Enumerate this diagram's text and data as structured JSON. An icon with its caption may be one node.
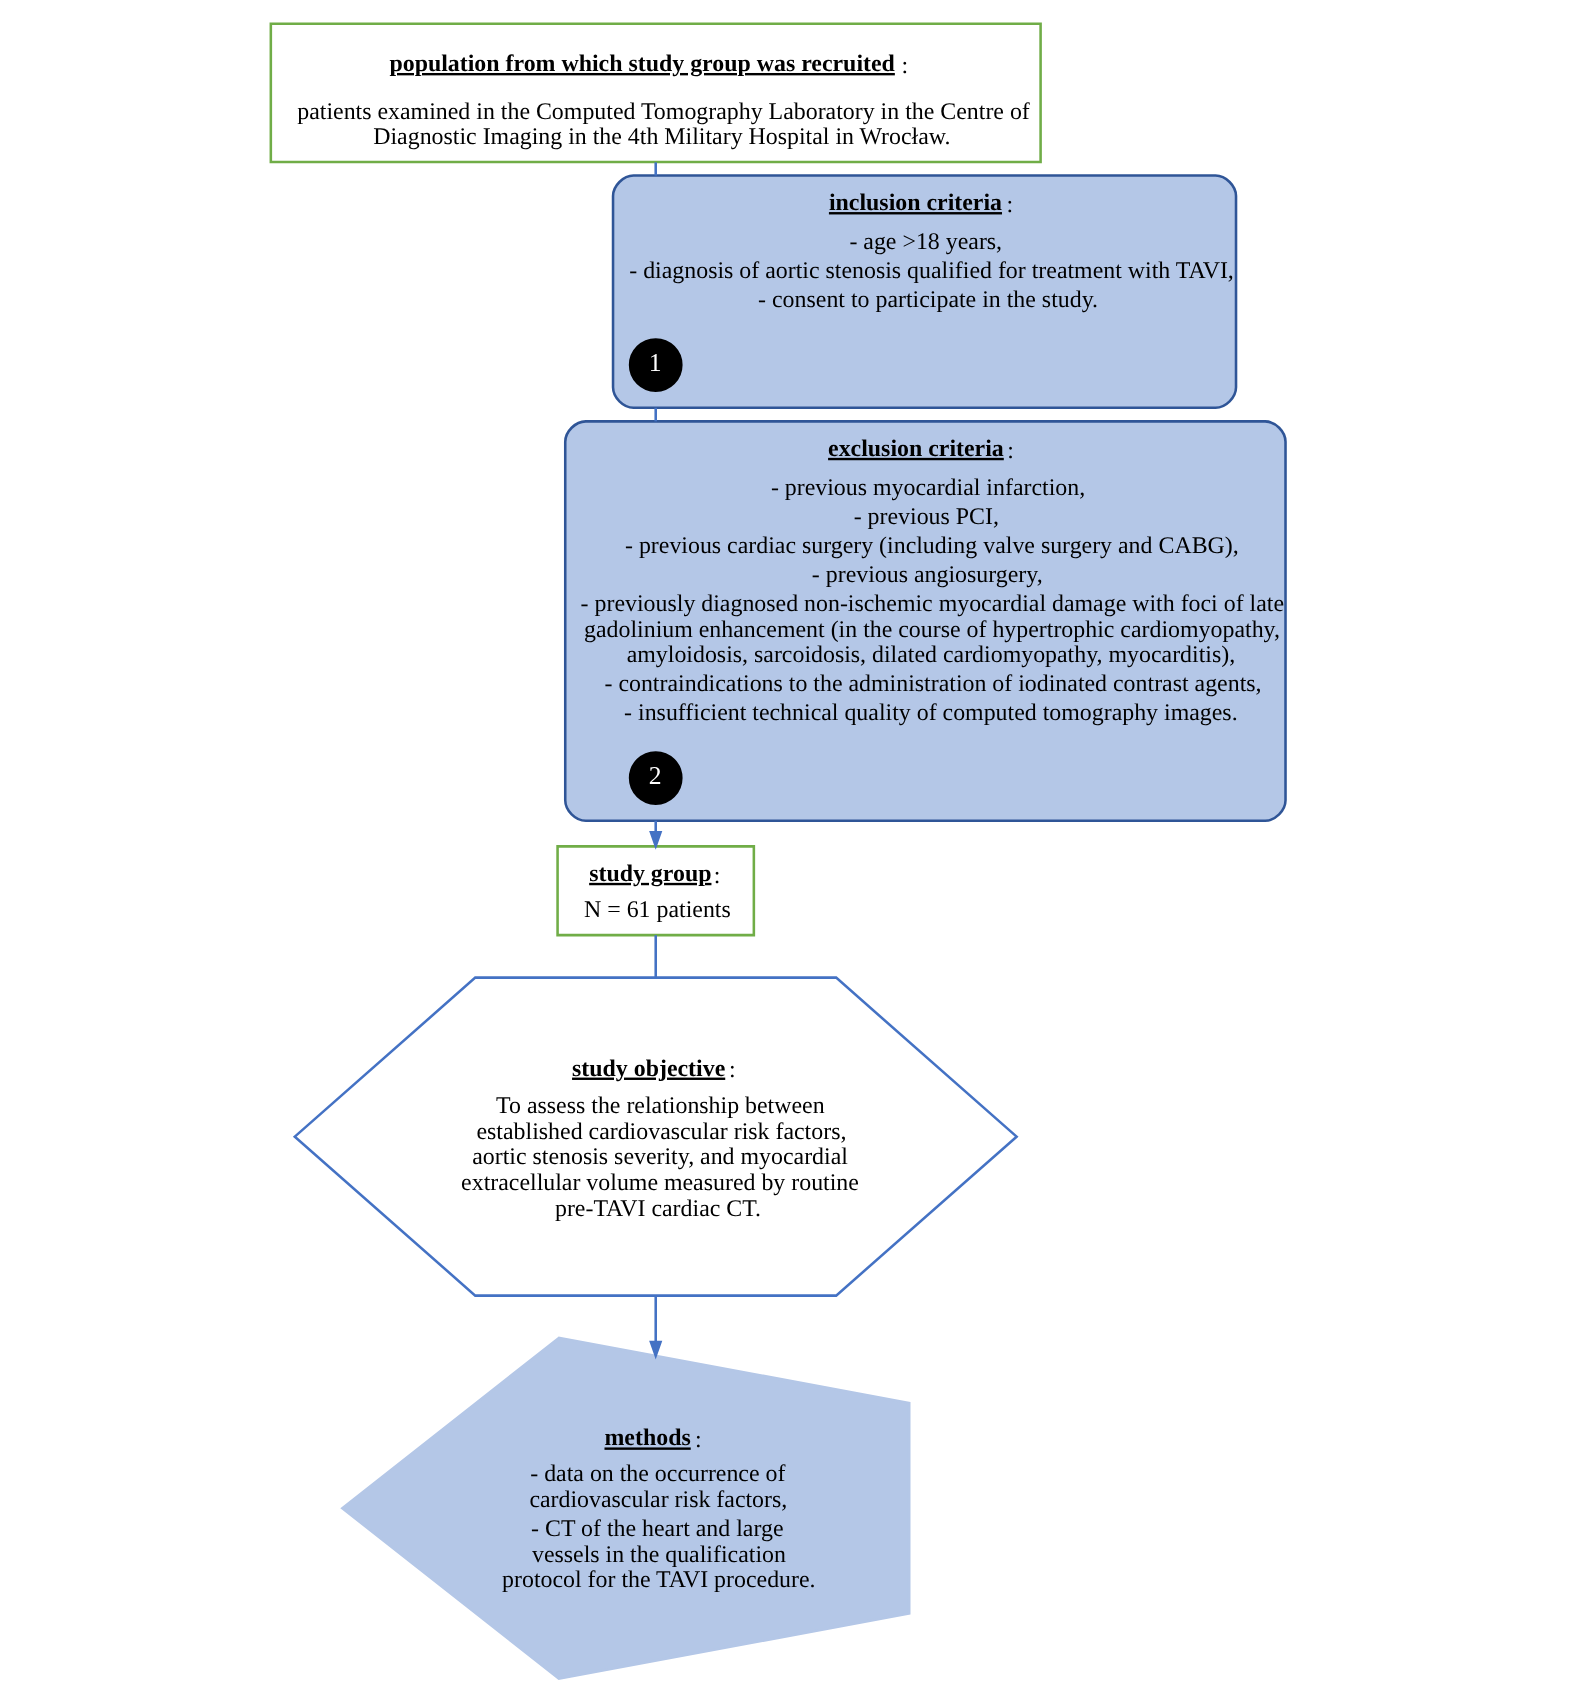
{
  "diagram": {
    "nodes": [
      {
        "text": [
          "**population from which study group was recruited**:",
          "patients examined in the Computed Tomography Laboratory in the Centre of Diagnostic Imaging in the 4th Military Hospital in Wrocław."
        ]
      },
      {
        "text": [
          "**inclusion criteria**:",
          "- age >18 years,",
          "- diagnosis of aortic stenosis qualified for treatment with TAVI,",
          "- consent to participate in the study."
        ]
      },
      {
        "text": [
          "1"
        ],
        "in": 1
      },
      {
        "text": [
          "**exclusion criteria**:",
          "- previous myocardial infarction,",
          "- previous PCI,",
          "- previous cardiac surgery (including valve surgery and CABG),",
          "- previous angiosurgery,",
          "- previously diagnosed non-ischemic myocardial damage with foci of late gadolinium enhancement (in the course of hypertrophic cardiomyopathy, amyloidosis, sarcoidosis, dilated cardiomyopathy, myocarditis),",
          "- contraindications to the administration of iodinated contrast agents,",
          "- insufficient technical quality of computed tomography images."
        ]
      },
      {
        "text": [
          "2"
        ],
        "in": 3
      },
      {
        "text": [
          "**study group**:",
          "N = 61 patients"
        ]
      },
      {
        "text": [
          "**study objective**:",
          "To assess the relationship between established cardiovascular risk factors, aortic stenosis severity, and myocardial extracellular volume measured by routine pre-TAVI cardiac CT."
        ]
      },
      {
        "text": [
          "**methods**:",
          "- data on the occurrence of cardiovascular risk factors,",
          "- CT of the heart and large vessels in the qualification protocol for the TAVI procedure."
        ]
      }
    ],
    "edges": [
      {
        "from": 0,
        "to": 1,
        "arrow": "none"
      },
      {
        "from": 1,
        "to": 3,
        "arrow": "none"
      },
      {
        "from": 3,
        "to": 5,
        "arrow": "to"
      },
      {
        "from": 5,
        "to": 6,
        "arrow": "none"
      },
      {
        "from": 6,
        "to": 7,
        "arrow": "to"
      }
    ]
  }
}
